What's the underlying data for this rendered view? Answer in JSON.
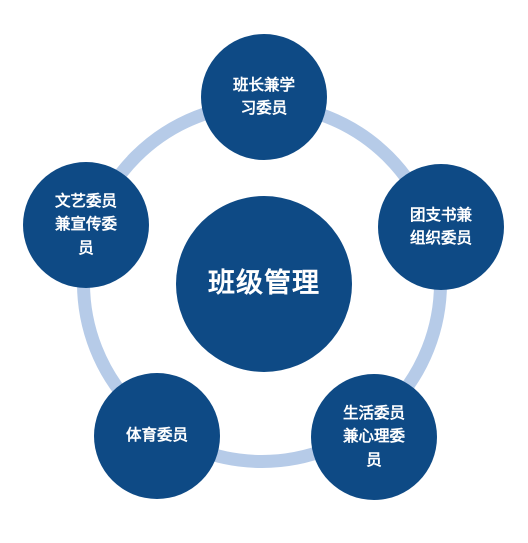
{
  "center": {
    "label": "班级管理"
  },
  "nodes": {
    "top": "班长兼学\n习委员",
    "right": "团支书兼\n组织委员",
    "bottom_right": "生活委员\n兼心理委\n员",
    "bottom_left": "体育委员",
    "left": "文艺委员\n兼宣传委\n员"
  },
  "colors": {
    "node_fill": "#0e4a85",
    "ring": "#b6cbe8",
    "text": "#ffffff"
  }
}
